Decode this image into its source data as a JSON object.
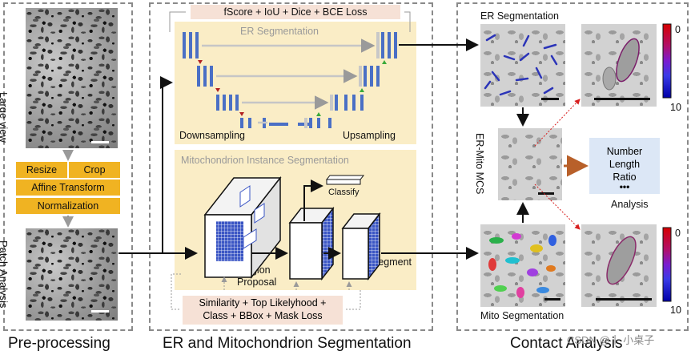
{
  "sections": {
    "preprocessing": "Pre-processing",
    "segmentation": "ER and Mitochondrion Segmentation",
    "contact": "Contact Analysis"
  },
  "preprocessing": {
    "large_view": "Large view",
    "patch_analysis": "Patch Analysis",
    "ops": {
      "resize": "Resize",
      "crop": "Crop",
      "affine": "Affine Transform",
      "normalization": "Normalization"
    }
  },
  "er": {
    "loss": "fScore + IoU + Dice + BCE Loss",
    "title": "ER Segmentation",
    "downsampling": "Downsampling",
    "upsampling": "Upsampling"
  },
  "mito": {
    "title": "Mitochondrion Instance Segmentation",
    "classify": "Classify",
    "region_proposal_1": "Region",
    "region_proposal_2": "Proposal",
    "segment": "Segment",
    "loss_1": "Similarity + Top Likelyhood +",
    "loss_2": "Class + BBox + Mask Loss"
  },
  "contact": {
    "er_seg": "ER Segmentation",
    "mito_seg": "Mito Segmentation",
    "er_mito_mcs": "ER-Mito MCS",
    "metrics": [
      "Number",
      "Length",
      "Ratio",
      "•••"
    ],
    "analysis": "Analysis",
    "colorbar_top_min": "0",
    "colorbar_top_max": "10",
    "colorbar_bottom_min": "0",
    "colorbar_bottom_max": "10"
  },
  "watermark": "CSDN @丨 小桌子",
  "colors": {
    "yellow_op": "#f0b322",
    "panel_bg": "#faedc6",
    "loss_bg": "#f6e1d6",
    "analysis_bg": "#dce7f6",
    "unet_blue": "#4a6fc5",
    "arrow_orange": "#b8602a"
  }
}
